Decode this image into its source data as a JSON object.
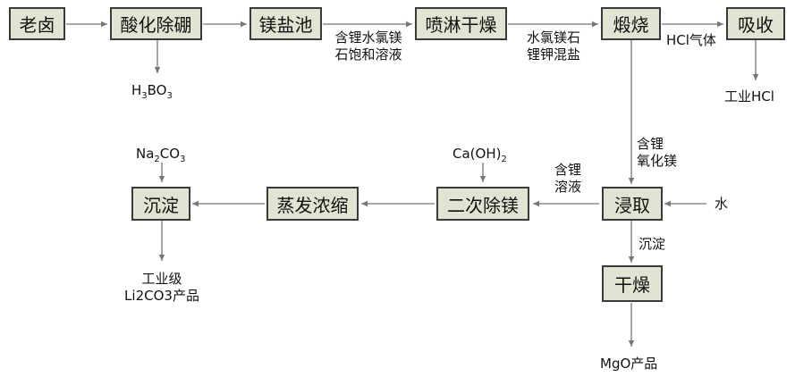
{
  "boxes": {
    "laolu": "老卤",
    "suanhua": "酸化除硼",
    "meiyanchi": "镁盐池",
    "penlin": "喷淋干燥",
    "duanshao": "煅烧",
    "xishou": "吸收",
    "jinqu": "浸取",
    "ganzao": "干燥",
    "ercichumei": "二次除镁",
    "zhengfa": "蒸发浓缩",
    "chending": "沉淀"
  },
  "labels": {
    "h3bo3_main": "H",
    "h3bo3_sub1": "3",
    "h3bo3_mid": "BO",
    "h3bo3_sub2": "3",
    "brine_line1": "含锂水氯镁",
    "brine_line2": "石饱和溶液",
    "salt_line1": "水氯镁石",
    "salt_line2": "锂钾混盐",
    "hcl_gas": "HCl气体",
    "hcl_industrial": "工业HCl",
    "li_mgo_line1": "含锂",
    "li_mgo_line2": "氧化镁",
    "water": "水",
    "precip": "沉淀",
    "mgo_product": "MgO产品",
    "li_sol_line1": "含锂",
    "li_sol_line2": "溶液",
    "caoh2_main": "Ca(OH)",
    "caoh2_sub": "2",
    "na2co3_a": "Na",
    "na2co3_sub1": "2",
    "na2co3_b": "CO",
    "na2co3_sub2": "3",
    "li2co3_line1": "工业级",
    "li2co3_line2": "Li2CO3产品"
  }
}
